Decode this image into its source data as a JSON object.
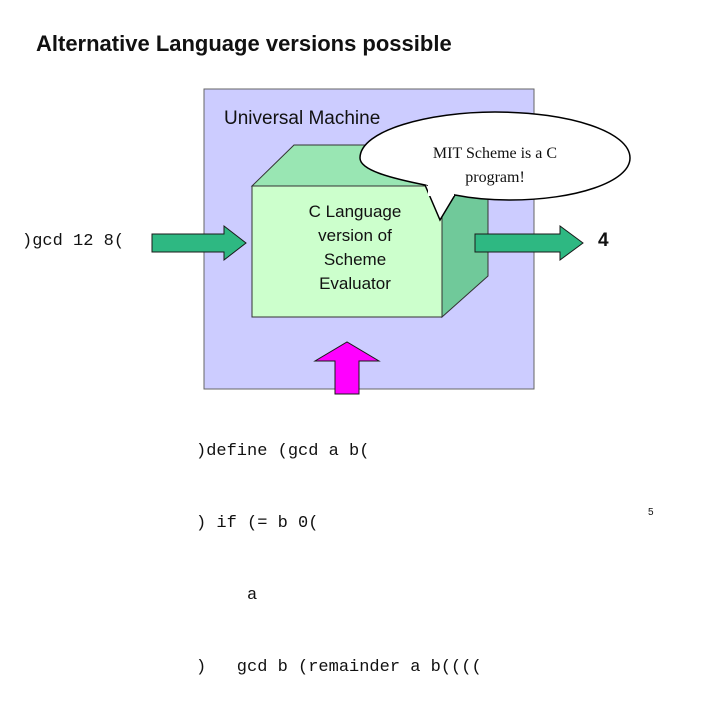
{
  "slide": {
    "title": "Alternative Language versions possible",
    "machine_label": "Universal Machine",
    "box_label_lines": [
      "C Language",
      "version of",
      "Scheme",
      "Evaluator"
    ],
    "bubble_lines": [
      "MIT Scheme is a C",
      "program!"
    ],
    "input_expression": ")gcd 12 8(",
    "output_value": "4",
    "code_lines": [
      ")define (gcd a b(",
      ") if (= b 0(",
      "     a",
      ")   gcd b (remainder a b(((("
    ],
    "page_number": "5"
  },
  "colors": {
    "machine_fill": "#ccccff",
    "box_front": "#ccffcc",
    "box_top": "#99e6b3",
    "box_side": "#70c99a",
    "arrow_fill": "#2eb882",
    "code_arrow_fill": "#ff00ff"
  }
}
